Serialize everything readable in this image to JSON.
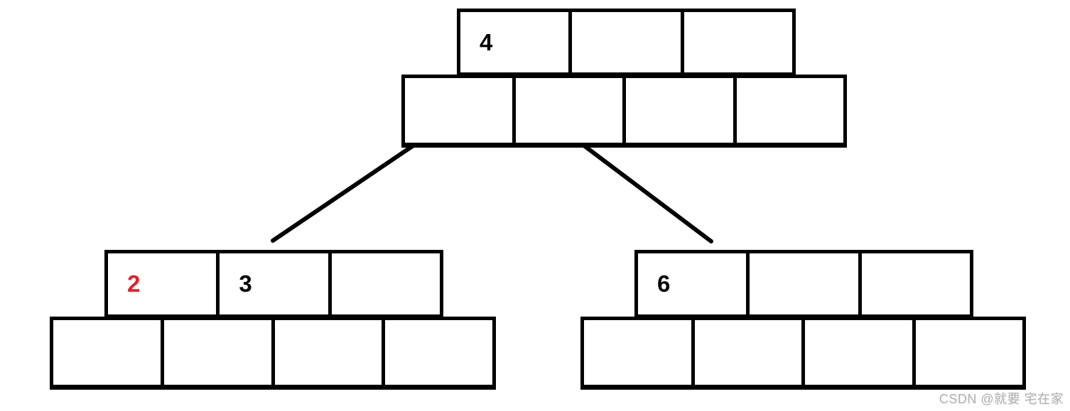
{
  "diagram": {
    "type": "btree-234-tree",
    "nodes": {
      "root": {
        "keys": [
          {
            "text": "4",
            "color": "#000000"
          },
          {
            "text": ""
          },
          {
            "text": ""
          }
        ],
        "children_slots": [
          "",
          "",
          "",
          ""
        ]
      },
      "left_child": {
        "keys": [
          {
            "text": "2",
            "color": "#ed1c24"
          },
          {
            "text": "3",
            "color": "#000000"
          },
          {
            "text": ""
          }
        ],
        "children_slots": [
          "",
          "",
          "",
          ""
        ]
      },
      "right_child": {
        "keys": [
          {
            "text": "6",
            "color": "#000000"
          },
          {
            "text": ""
          },
          {
            "text": ""
          }
        ],
        "children_slots": [
          "",
          "",
          "",
          ""
        ]
      }
    },
    "edges": [
      {
        "from": "root",
        "to": "left_child"
      },
      {
        "from": "root",
        "to": "right_child"
      }
    ],
    "colors": {
      "border": "#000000",
      "edge": "#000000",
      "highlight": "#ed1c24",
      "background": "#ffffff"
    }
  },
  "watermark": {
    "text": "CSDN @就要 宅在家",
    "color": "#b3b3b3"
  }
}
